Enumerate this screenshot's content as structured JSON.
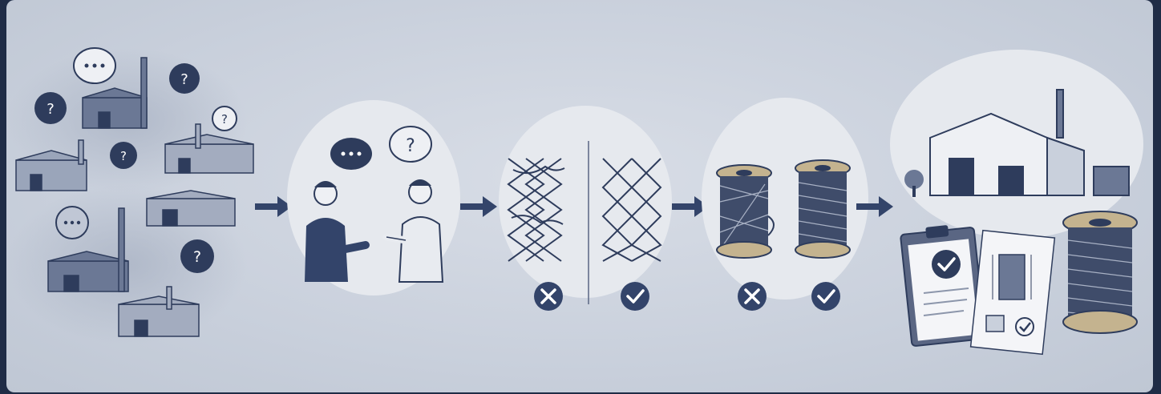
{
  "illustration": {
    "stages": [
      {
        "id": "scattered-factories"
      },
      {
        "id": "negotiation"
      },
      {
        "id": "mesh-comparison",
        "marks": [
          "cross",
          "check"
        ]
      },
      {
        "id": "spool-comparison",
        "marks": [
          "cross",
          "check"
        ]
      },
      {
        "id": "approved-supplier"
      }
    ],
    "colors": {
      "background": "#c9d0dc",
      "ink": "#2e3c5c",
      "mark_fill": "#33446a",
      "vignette": "#e8ebf0",
      "frame": "#1f2c46"
    },
    "icons": [
      "speech-bubble-icon",
      "question-bubble-icon",
      "arrow-right-icon",
      "cross-circle-icon",
      "check-circle-icon",
      "clipboard-icon",
      "blueprint-icon"
    ]
  }
}
